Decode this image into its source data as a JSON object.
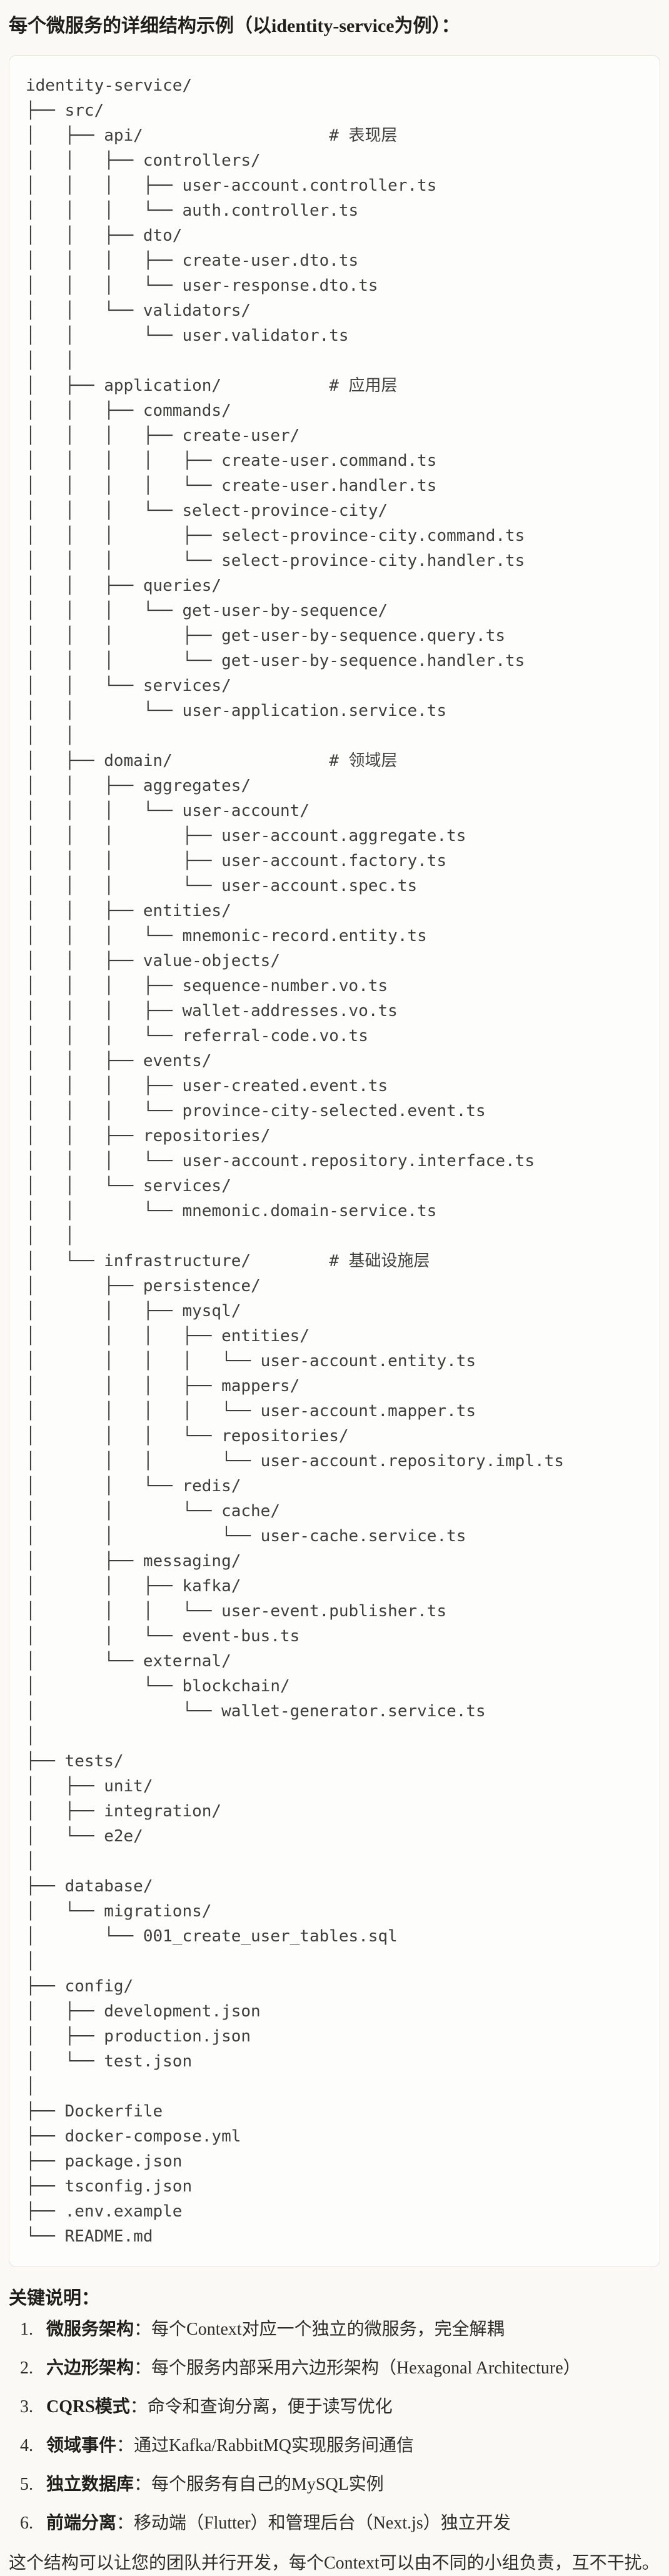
{
  "page": {
    "title": "每个微服务的详细结构示例（以identity-service为例）：",
    "background_color": "#FAF9F5"
  },
  "code_block": {
    "background_color": "#FDFDFB",
    "border_color": "#E5E3DA",
    "text_color": "#3F3E39",
    "lines": [
      "identity-service/",
      "├── src/",
      "│   ├── api/                   # 表现层",
      "│   │   ├── controllers/",
      "│   │   │   ├── user-account.controller.ts",
      "│   │   │   └── auth.controller.ts",
      "│   │   ├── dto/",
      "│   │   │   ├── create-user.dto.ts",
      "│   │   │   └── user-response.dto.ts",
      "│   │   └── validators/",
      "│   │       └── user.validator.ts",
      "│   │",
      "│   ├── application/           # 应用层",
      "│   │   ├── commands/",
      "│   │   │   ├── create-user/",
      "│   │   │   │   ├── create-user.command.ts",
      "│   │   │   │   └── create-user.handler.ts",
      "│   │   │   └── select-province-city/",
      "│   │   │       ├── select-province-city.command.ts",
      "│   │   │       └── select-province-city.handler.ts",
      "│   │   ├── queries/",
      "│   │   │   └── get-user-by-sequence/",
      "│   │   │       ├── get-user-by-sequence.query.ts",
      "│   │   │       └── get-user-by-sequence.handler.ts",
      "│   │   └── services/",
      "│   │       └── user-application.service.ts",
      "│   │",
      "│   ├── domain/                # 领域层",
      "│   │   ├── aggregates/",
      "│   │   │   └── user-account/",
      "│   │   │       ├── user-account.aggregate.ts",
      "│   │   │       ├── user-account.factory.ts",
      "│   │   │       └── user-account.spec.ts",
      "│   │   ├── entities/",
      "│   │   │   └── mnemonic-record.entity.ts",
      "│   │   ├── value-objects/",
      "│   │   │   ├── sequence-number.vo.ts",
      "│   │   │   ├── wallet-addresses.vo.ts",
      "│   │   │   └── referral-code.vo.ts",
      "│   │   ├── events/",
      "│   │   │   ├── user-created.event.ts",
      "│   │   │   └── province-city-selected.event.ts",
      "│   │   ├── repositories/",
      "│   │   │   └── user-account.repository.interface.ts",
      "│   │   └── services/",
      "│   │       └── mnemonic.domain-service.ts",
      "│   │",
      "│   └── infrastructure/        # 基础设施层",
      "│       ├── persistence/",
      "│       │   ├── mysql/",
      "│       │   │   ├── entities/",
      "│       │   │   │   └── user-account.entity.ts",
      "│       │   │   ├── mappers/",
      "│       │   │   │   └── user-account.mapper.ts",
      "│       │   │   └── repositories/",
      "│       │   │       └── user-account.repository.impl.ts",
      "│       │   └── redis/",
      "│       │       └── cache/",
      "│       │           └── user-cache.service.ts",
      "│       ├── messaging/",
      "│       │   ├── kafka/",
      "│       │   │   └── user-event.publisher.ts",
      "│       │   └── event-bus.ts",
      "│       └── external/",
      "│           └── blockchain/",
      "│               └── wallet-generator.service.ts",
      "│",
      "├── tests/",
      "│   ├── unit/",
      "│   ├── integration/",
      "│   └── e2e/",
      "│",
      "├── database/",
      "│   └── migrations/",
      "│       └── 001_create_user_tables.sql",
      "│",
      "├── config/",
      "│   ├── development.json",
      "│   ├── production.json",
      "│   └── test.json",
      "│",
      "├── Dockerfile",
      "├── docker-compose.yml",
      "├── package.json",
      "├── tsconfig.json",
      "├── .env.example",
      "└── README.md"
    ]
  },
  "notes": {
    "heading": "关键说明：",
    "items": [
      {
        "num": "1.",
        "label": "微服务架构",
        "text": "：每个Context对应一个独立的微服务，完全解耦"
      },
      {
        "num": "2.",
        "label": "六边形架构",
        "text": "：每个服务内部采用六边形架构（Hexagonal Architecture）"
      },
      {
        "num": "3.",
        "label": "CQRS模式",
        "text": "：命令和查询分离，便于读写优化"
      },
      {
        "num": "4.",
        "label": "领域事件",
        "text": "：通过Kafka/RabbitMQ实现服务间通信"
      },
      {
        "num": "5.",
        "label": "独立数据库",
        "text": "：每个服务有自己的MySQL实例"
      },
      {
        "num": "6.",
        "label": "前端分离",
        "text": "：移动端（Flutter）和管理后台（Next.js）独立开发"
      }
    ]
  },
  "footer": {
    "text": "这个结构可以让您的团队并行开发，每个Context可以由不同的小组负责，互不干扰。"
  }
}
